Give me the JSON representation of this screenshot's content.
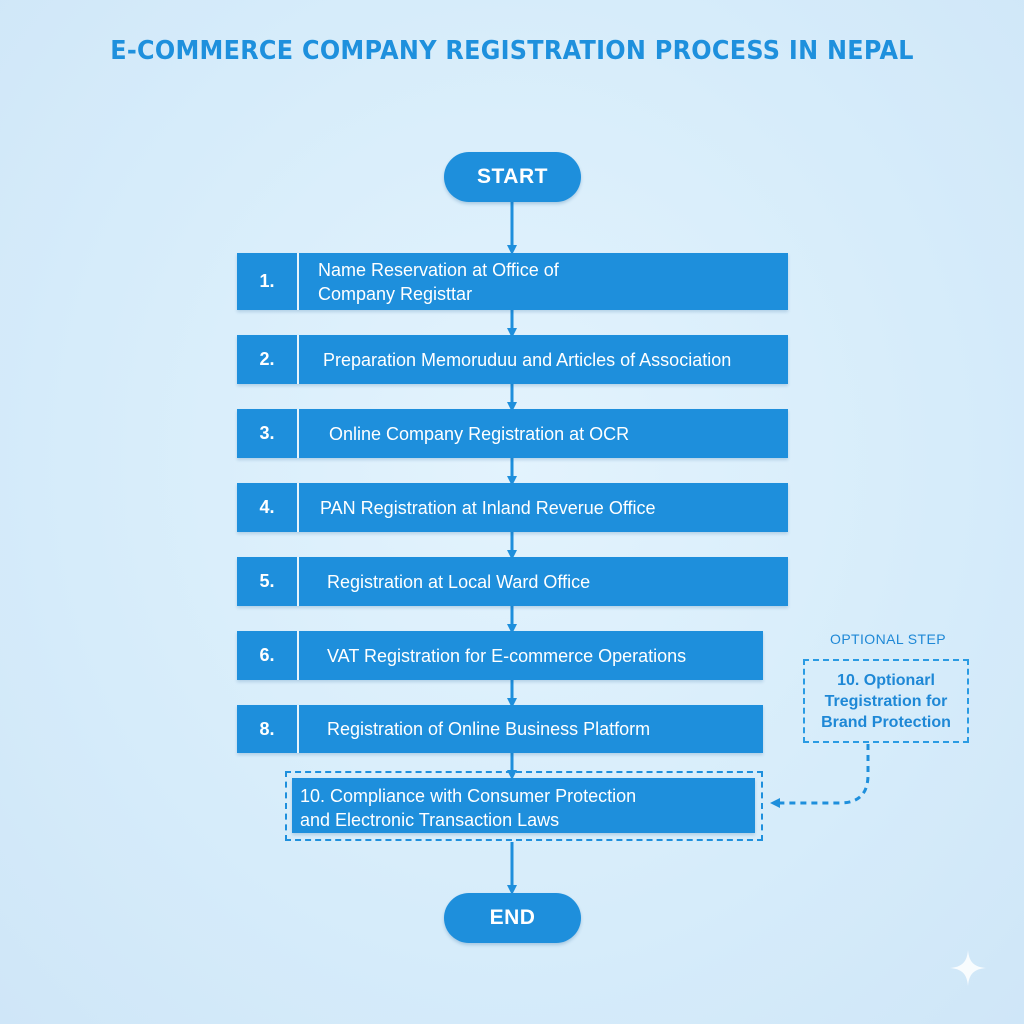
{
  "title": "E-COMMERCE COMPANY REGISTRATION PROCESS IN NEPAL",
  "start_label": "START",
  "end_label": "END",
  "steps": [
    {
      "number": "1.",
      "label": "Name Reservation at Office of\nCompany Registtar"
    },
    {
      "number": "2.",
      "label": "Preparation Memoruduu and Articles of Association"
    },
    {
      "number": "3.",
      "label": "Online Company Registration at OCR"
    },
    {
      "number": "4.",
      "label": "PAN Registration at Inland Reverue Office"
    },
    {
      "number": "5.",
      "label": "Registration at Local Ward Office"
    },
    {
      "number": "6.",
      "label": "VAT Registration for E-commerce Operations"
    },
    {
      "number": "8.",
      "label": "Registration of Online Business Platform"
    }
  ],
  "final_step": {
    "label": "10.  Compliance with Consumer Protection\n       and Electronic Transaction Laws"
  },
  "optional": {
    "caption": "OPTIONAL STEP",
    "label": "10. Optionarl\nTregistration for\nBrand Protection"
  },
  "colors": {
    "title": "#1e90dd",
    "step_fill": "#1e8fdc",
    "terminal_fill": "#1e8fdc",
    "connector": "#1e8fdc",
    "optional_text": "#1e88d6",
    "optional_border": "#2a9be3"
  }
}
